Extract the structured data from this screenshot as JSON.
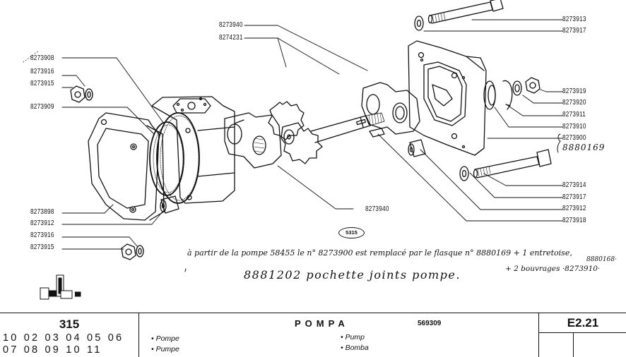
{
  "document": {
    "type": "exploded parts diagram",
    "catalog_code": "315",
    "model_numbers_row1": "10 02 03 04 05 06",
    "model_numbers_row2": "07 08 09 10 11",
    "title": "POMPA",
    "title_number": "569309",
    "translations": {
      "fr": "• Pompe",
      "de": "• Pumpe",
      "en": "• Pump",
      "es": "• Bomba"
    },
    "page_reference": "E2.21",
    "drawing_badge": "5315"
  },
  "part_labels": {
    "left": [
      {
        "id": "8273908"
      },
      {
        "id": "8273916"
      },
      {
        "id": "8273915"
      },
      {
        "id": "8273909"
      },
      {
        "id": "8273898"
      },
      {
        "id": "8273912"
      },
      {
        "id": "8273916"
      },
      {
        "id": "8273915"
      }
    ],
    "center": [
      {
        "id": "8273940"
      },
      {
        "id": "8274231"
      },
      {
        "id": "8273940"
      }
    ],
    "right": [
      {
        "id": "8273913"
      },
      {
        "id": "8273917"
      },
      {
        "id": "8273919"
      },
      {
        "id": "8273920"
      },
      {
        "id": "8273911"
      },
      {
        "id": "8273910"
      },
      {
        "id": "8273900"
      },
      {
        "id": "8273914"
      },
      {
        "id": "8273917"
      },
      {
        "id": "8273912"
      },
      {
        "id": "8273918"
      }
    ],
    "right_handwritten_alt": "8880169"
  },
  "handwritten_notes": {
    "line1": "à partir de la pompe 58455 le n° 8273900 est remplacé par le flasque n° 8880169 + 1 entretoise,",
    "line1_sub": "8880168·",
    "line2_left": "8881202 pochette joints pompe.",
    "line2_right": "+ 2 bouvrages ·8273910·"
  }
}
